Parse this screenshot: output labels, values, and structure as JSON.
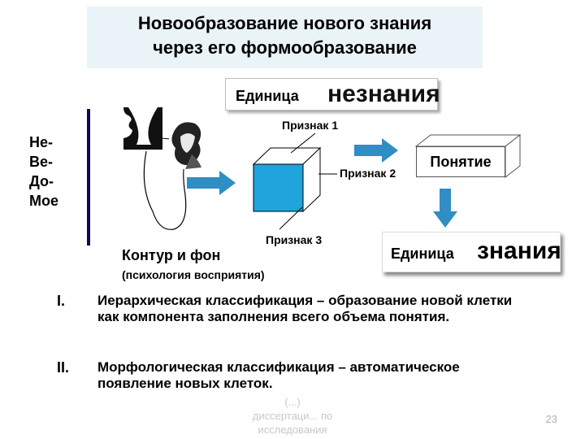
{
  "title": {
    "line1": "Новообразование нового знания",
    "line2": "через его формообразование"
  },
  "unit_unknown": {
    "small": "Единица",
    "big": "незнания"
  },
  "side_label": [
    "Не-",
    "Ве-",
    "До-",
    "Мое"
  ],
  "feature1": "Признак 1",
  "feature2": "Признак 2",
  "feature3": "Признак 3",
  "concept": "Понятие",
  "unit_knowledge": {
    "small": "Единица",
    "big": "знания"
  },
  "contour": "Контур и фон",
  "perception": "(психология восприятия)",
  "items": [
    {
      "num": "I.",
      "text": "Иерархическая классификация – образование новой клетки как компонента заполнения всего объема понятия."
    },
    {
      "num": "II.",
      "text": "Морфологическая классификация – автоматическое появление новых клеток."
    }
  ],
  "faint_text": [
    "(...)",
    "диссертаци... по",
    "исследования"
  ],
  "page": "23",
  "colors": {
    "arrow": "#2f8ec4",
    "title_bg": "#eaf3f8",
    "cube_front": "#1fa4dc"
  }
}
